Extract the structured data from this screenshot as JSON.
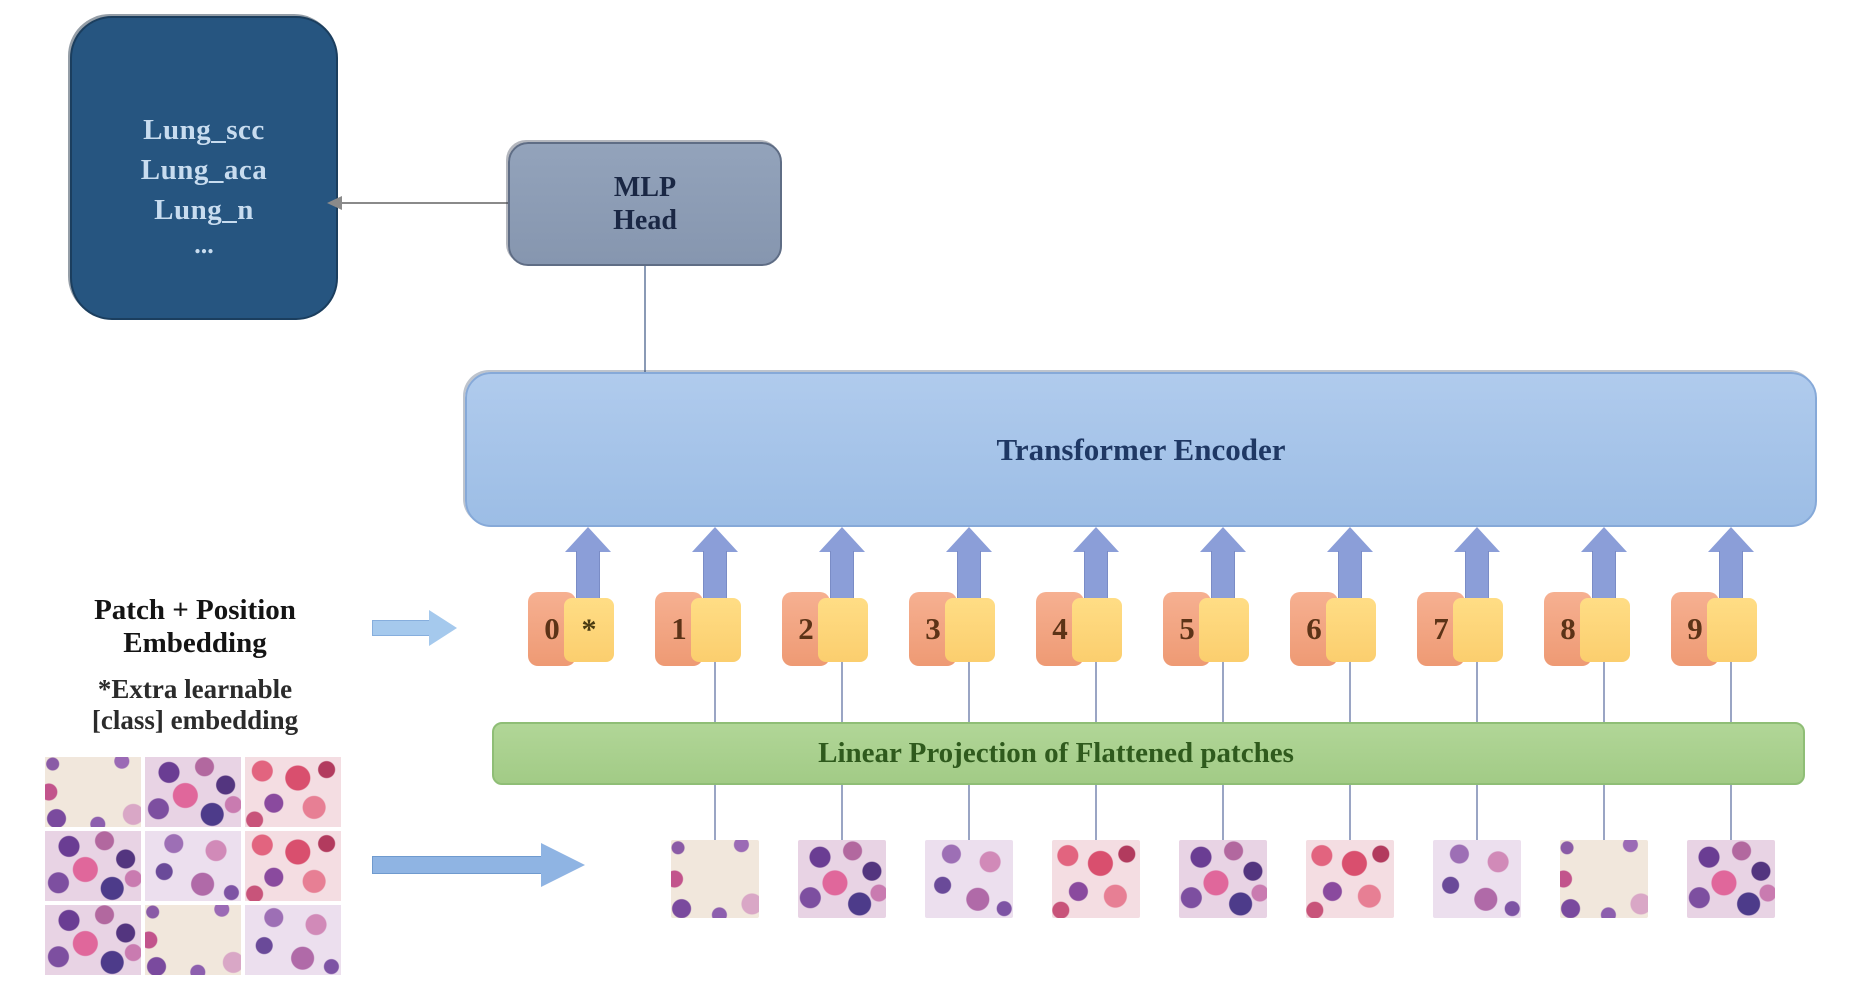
{
  "output_classes": {
    "items": [
      "Lung_scc",
      "Lung_aca",
      "Lung_n",
      "..."
    ]
  },
  "mlp_head": {
    "line1": "MLP",
    "line2": "Head"
  },
  "transformer": {
    "label": "Transformer Encoder"
  },
  "linear_projection": {
    "label": "Linear Projection of Flattened patches"
  },
  "annotations": {
    "patch_position_line1": "Patch + Position",
    "patch_position_line2": "Embedding",
    "extra_class_line1": "*Extra learnable",
    "extra_class_line2": "[class] embedding"
  },
  "tokens": {
    "labels": [
      "0",
      "1",
      "2",
      "3",
      "4",
      "5",
      "6",
      "7",
      "8",
      "9"
    ],
    "class_marker": "*"
  },
  "colors": {
    "output_box": "#265580",
    "mlp_box": "#8C9DB6",
    "transformer_box": "#A6C3E7",
    "position_token": "#F2A283",
    "patch_token": "#FFD87C",
    "projection_box": "#A9D18E",
    "up_arrow": "#8B9ED8",
    "flow_arrow": "#8FB4E3"
  }
}
